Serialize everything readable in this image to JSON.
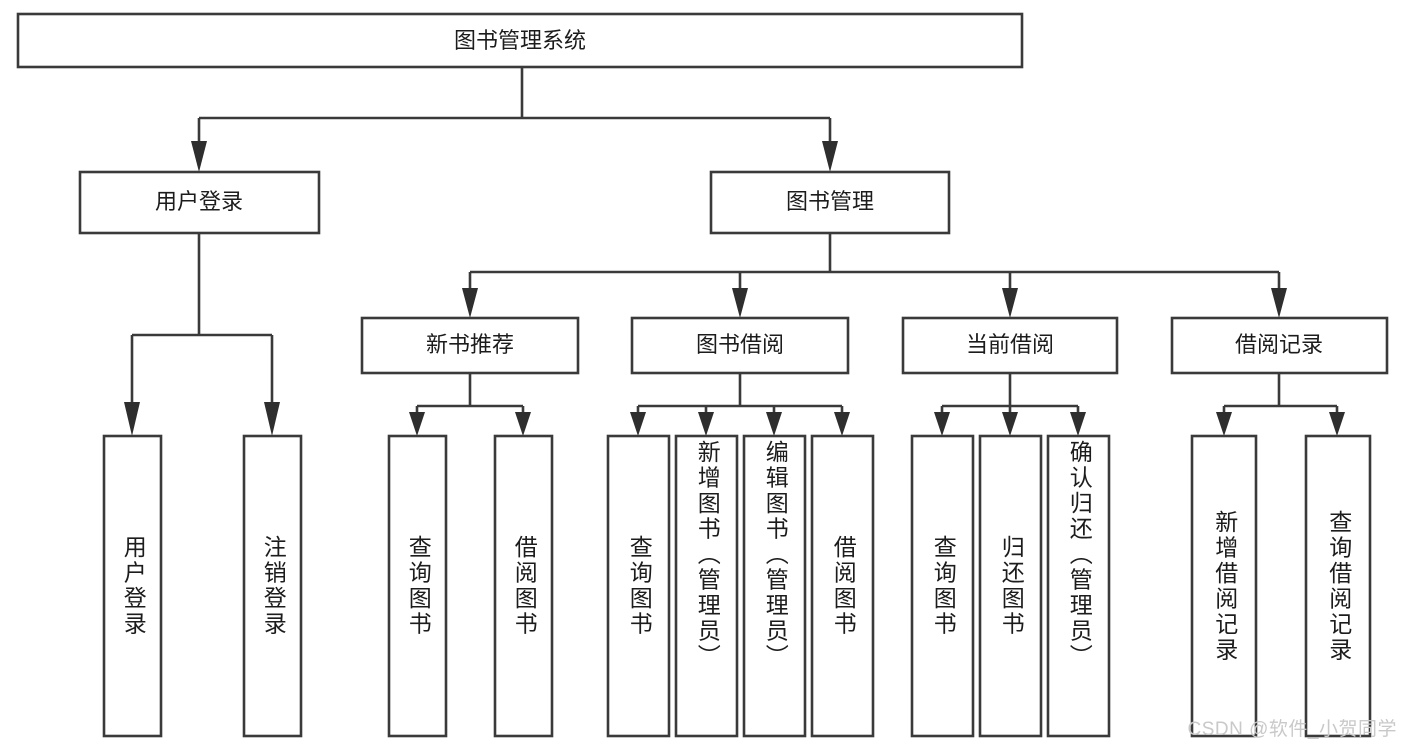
{
  "diagram": {
    "title": "图书管理系统",
    "watermark": "CSDN @软件_小贺同学"
  },
  "nodes": {
    "root": {
      "label": "图书管理系统"
    },
    "level2": [
      {
        "label": "用户登录"
      },
      {
        "label": "图书管理"
      }
    ],
    "level3": [
      {
        "label": "新书推荐"
      },
      {
        "label": "图书借阅"
      },
      {
        "label": "当前借阅"
      },
      {
        "label": "借阅记录"
      }
    ],
    "leaves": {
      "user_login": [
        {
          "label": "用户登录"
        },
        {
          "label": "注销登录"
        }
      ],
      "new_book": [
        {
          "label": "查询图书"
        },
        {
          "label": "借阅图书"
        }
      ],
      "book_borrow": [
        {
          "label": "查询图书"
        },
        {
          "label": "新增图书（管理员）"
        },
        {
          "label": "编辑图书（管理员）"
        },
        {
          "label": "借阅图书"
        }
      ],
      "current_borrow": [
        {
          "label": "查询图书"
        },
        {
          "label": "归还图书"
        },
        {
          "label": "确认归还（管理员）"
        }
      ],
      "borrow_record": [
        {
          "label": "新增借阅记录"
        },
        {
          "label": "查询借阅记录"
        }
      ]
    }
  },
  "chart_data": {
    "type": "diagram",
    "title": "图书管理系统",
    "layout": "top-down tree / function decomposition",
    "levels": 4,
    "tree": {
      "name": "图书管理系统",
      "children": [
        {
          "name": "用户登录",
          "children": [
            {
              "name": "用户登录"
            },
            {
              "name": "注销登录"
            }
          ]
        },
        {
          "name": "图书管理",
          "children": [
            {
              "name": "新书推荐",
              "children": [
                {
                  "name": "查询图书"
                },
                {
                  "name": "借阅图书"
                }
              ]
            },
            {
              "name": "图书借阅",
              "children": [
                {
                  "name": "查询图书"
                },
                {
                  "name": "新增图书（管理员）"
                },
                {
                  "name": "编辑图书（管理员）"
                },
                {
                  "name": "借阅图书"
                }
              ]
            },
            {
              "name": "当前借阅",
              "children": [
                {
                  "name": "查询图书"
                },
                {
                  "name": "归还图书"
                },
                {
                  "name": "确认归还（管理员）"
                }
              ]
            },
            {
              "name": "借阅记录",
              "children": [
                {
                  "name": "新增借阅记录"
                },
                {
                  "name": "查询借阅记录"
                }
              ]
            }
          ]
        }
      ]
    },
    "colors": {
      "node_fill": "#ffffff",
      "node_stroke": "#3a3a3a",
      "text": "#1c1c1c",
      "watermark": "#c9c9c9",
      "background": "#ffffff"
    }
  }
}
